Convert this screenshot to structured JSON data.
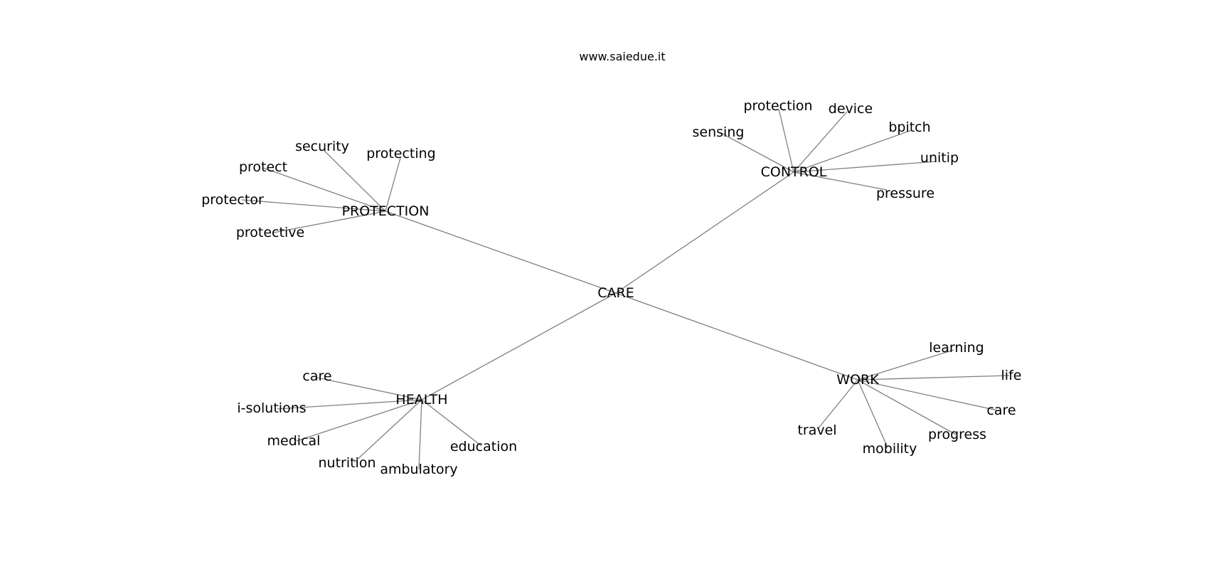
{
  "site_url": "www.saiedue.it",
  "graph": {
    "center": "CARE",
    "hubs": [
      {
        "id": "protection",
        "label": "PROTECTION",
        "leaves": [
          "security",
          "protecting",
          "protect",
          "protector",
          "protective"
        ]
      },
      {
        "id": "control",
        "label": "CONTROL",
        "leaves": [
          "protection",
          "device",
          "sensing",
          "bpitch",
          "unitip",
          "pressure"
        ]
      },
      {
        "id": "health",
        "label": "HEALTH",
        "leaves": [
          "care",
          "i-solutions",
          "medical",
          "nutrition",
          "ambulatory",
          "education"
        ]
      },
      {
        "id": "work",
        "label": "WORK",
        "leaves": [
          "learning",
          "life",
          "care",
          "progress",
          "mobility",
          "travel"
        ]
      }
    ]
  }
}
